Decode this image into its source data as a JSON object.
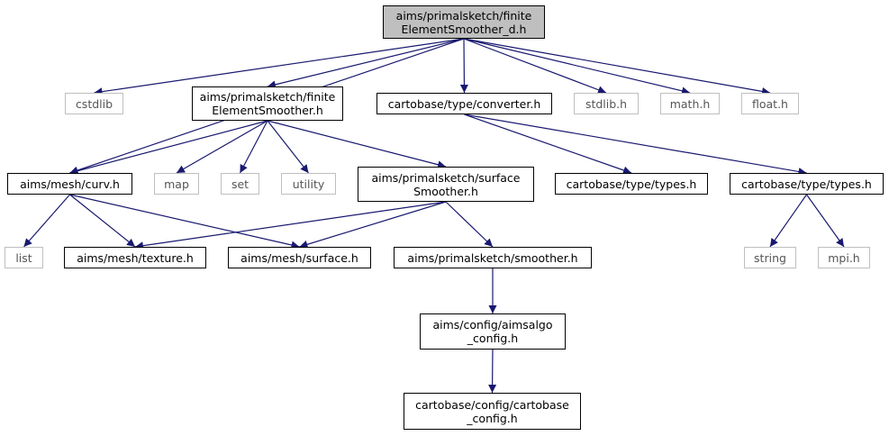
{
  "colors": {
    "edge": "#191970",
    "system_border": "#bfbfbf",
    "root_fill": "#bfbfbf"
  },
  "nodes": {
    "root": {
      "lines": [
        "aims/primalsketch/finite",
        "ElementSmoother_d.h"
      ]
    },
    "cstdlib": {
      "lines": [
        "cstdlib"
      ]
    },
    "fes": {
      "lines": [
        "aims/primalsketch/finite",
        "ElementSmoother.h"
      ]
    },
    "converter": {
      "lines": [
        "cartobase/type/converter.h"
      ]
    },
    "stdlib": {
      "lines": [
        "stdlib.h"
      ]
    },
    "math": {
      "lines": [
        "math.h"
      ]
    },
    "float": {
      "lines": [
        "float.h"
      ]
    },
    "curv": {
      "lines": [
        "aims/mesh/curv.h"
      ]
    },
    "map": {
      "lines": [
        "map"
      ]
    },
    "set": {
      "lines": [
        "set"
      ]
    },
    "utility": {
      "lines": [
        "utility"
      ]
    },
    "surfsmooth": {
      "lines": [
        "aims/primalsketch/surface",
        "Smoother.h"
      ]
    },
    "types1": {
      "lines": [
        "cartobase/type/types.h"
      ]
    },
    "types2": {
      "lines": [
        "cartobase/type/types.h"
      ]
    },
    "list": {
      "lines": [
        "list"
      ]
    },
    "texture": {
      "lines": [
        "aims/mesh/texture.h"
      ]
    },
    "surface": {
      "lines": [
        "aims/mesh/surface.h"
      ]
    },
    "smoother": {
      "lines": [
        "aims/primalsketch/smoother.h"
      ]
    },
    "string": {
      "lines": [
        "string"
      ]
    },
    "mpi": {
      "lines": [
        "mpi.h"
      ]
    },
    "aimsalgo": {
      "lines": [
        "aims/config/aimsalgo",
        "_config.h"
      ]
    },
    "cartobasecfg": {
      "lines": [
        "cartobase/config/cartobase",
        "_config.h"
      ]
    }
  },
  "edges": [
    [
      "root",
      "cstdlib"
    ],
    [
      "root",
      "fes"
    ],
    [
      "root",
      "converter"
    ],
    [
      "root",
      "stdlib"
    ],
    [
      "root",
      "math"
    ],
    [
      "root",
      "float"
    ],
    [
      "root",
      "curv"
    ],
    [
      "fes",
      "curv"
    ],
    [
      "fes",
      "map"
    ],
    [
      "fes",
      "set"
    ],
    [
      "fes",
      "utility"
    ],
    [
      "fes",
      "surfsmooth"
    ],
    [
      "converter",
      "types1"
    ],
    [
      "converter",
      "types2"
    ],
    [
      "curv",
      "list"
    ],
    [
      "curv",
      "texture"
    ],
    [
      "curv",
      "surface"
    ],
    [
      "surfsmooth",
      "texture"
    ],
    [
      "surfsmooth",
      "surface"
    ],
    [
      "surfsmooth",
      "smoother"
    ],
    [
      "types2",
      "string"
    ],
    [
      "types2",
      "mpi"
    ],
    [
      "smoother",
      "aimsalgo"
    ],
    [
      "aimsalgo",
      "cartobasecfg"
    ]
  ]
}
